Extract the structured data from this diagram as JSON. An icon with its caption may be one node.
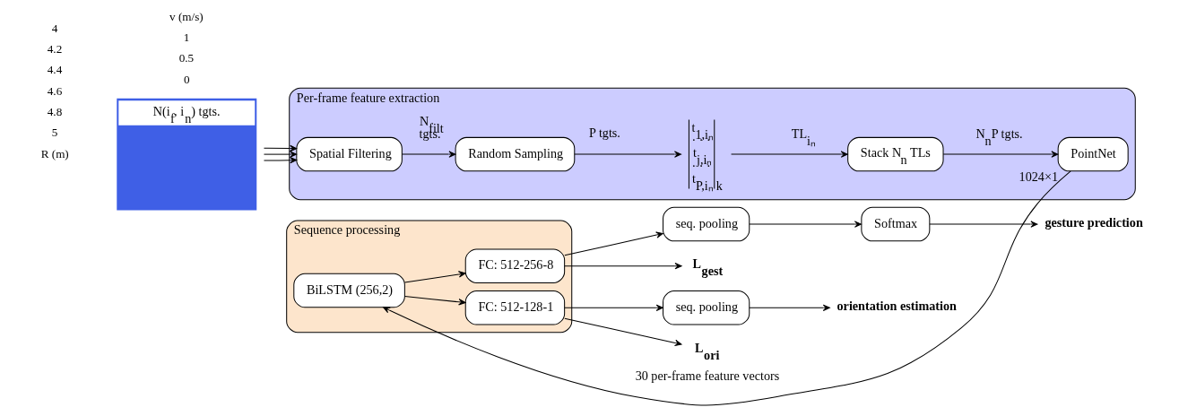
{
  "diagram": {
    "nodes": [
      {
        "text": [
          "Per-frame feature extraction"
        ]
      },
      {
        "text": [
          "Spatial Filtering"
        ],
        "in": 0
      },
      {
        "text": [
          "Random Sampling"
        ],
        "in": 0
      },
      {
        "text": [
          "t⃗$_{1,iₙ}$",
          "· · ·",
          "t⃗$_{j,iₙ}$",
          "· · ·",
          "t⃗$_{P,iₙ}$",
          "$_{k}$"
        ],
        "in": 0
      },
      {
        "text": [
          "Stack N$_{n}$ TLs"
        ],
        "in": 0
      },
      {
        "text": [
          "PointNet"
        ],
        "in": 0,
        "beside": [
          "1024×1"
        ]
      },
      {
        "text": [
          "Sequence processing"
        ]
      },
      {
        "text": [
          "BiLSTM (256,2)"
        ],
        "in": 6
      },
      {
        "text": [
          "FC: 512-256-8"
        ],
        "in": 6
      },
      {
        "text": [
          "FC: 512-128-1"
        ],
        "in": 6
      },
      {
        "text": [
          "seq. pooling"
        ]
      },
      {
        "text": [
          "Softmax"
        ]
      },
      {
        "text": [
          "gesture prediction"
        ]
      },
      {
        "text": [
          "seq. pooling"
        ]
      },
      {
        "text": [
          "orientation estimation"
        ]
      },
      {
        "text": [
          "N(i$_{f}$, i$_{n}$) tgts."
        ]
      },
      {
        "text": [
          "L$_{gest}$"
        ]
      },
      {
        "text": [
          "L$_{ori}$"
        ]
      }
    ],
    "edges": [
      {
        "from": 15,
        "to": 1,
        "arrow": "to"
      },
      {
        "from": 15,
        "to": 1,
        "arrow": "to"
      },
      {
        "from": 15,
        "to": 1,
        "arrow": "to"
      },
      {
        "from": 1,
        "to": 2,
        "arrow": "to",
        "label": "N$_{filt}$ tgts."
      },
      {
        "from": 2,
        "to": 3,
        "arrow": "to",
        "label": "P tgts."
      },
      {
        "from": 3,
        "to": 4,
        "arrow": "to",
        "label": "TL$_{iₙ}$"
      },
      {
        "from": 4,
        "to": 5,
        "arrow": "to",
        "label": "N$_{n}$P tgts."
      },
      {
        "from": 5,
        "to": 7,
        "arrow": "to",
        "label": "30 per-frame feature vectors"
      },
      {
        "from": 7,
        "to": 8,
        "arrow": "to"
      },
      {
        "from": 7,
        "to": 9,
        "arrow": "to"
      },
      {
        "from": 8,
        "to": 10,
        "arrow": "to"
      },
      {
        "from": 8,
        "to": 16,
        "arrow": "to"
      },
      {
        "from": 10,
        "to": 11,
        "arrow": "to"
      },
      {
        "from": 11,
        "to": 12,
        "arrow": "to"
      },
      {
        "from": 9,
        "to": 13,
        "arrow": "to"
      },
      {
        "from": 9,
        "to": 17,
        "arrow": "to"
      },
      {
        "from": 13,
        "to": 14,
        "arrow": "to"
      }
    ],
    "labels": [
      "5",
      "4.8",
      "4.6",
      "4.4",
      "4.2",
      "4",
      "R (m)",
      "0",
      "0.5",
      "1",
      "v (m/s)"
    ]
  }
}
